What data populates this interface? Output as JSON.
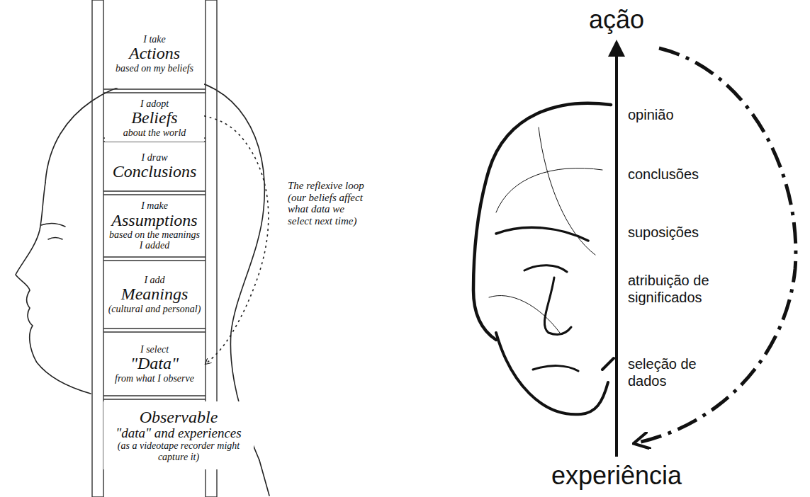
{
  "diagram": {
    "nodes": [
      {
        "text": [
          "I take",
          "Actions",
          "based on my beliefs"
        ]
      },
      {
        "text": [
          "I adopt",
          "Beliefs",
          "about the world"
        ]
      },
      {
        "text": [
          "I draw",
          "Conclusions"
        ]
      },
      {
        "text": [
          "I make",
          "Assumptions",
          "based on the meanings I added"
        ]
      },
      {
        "text": [
          "I add",
          "Meanings",
          "(cultural and personal)"
        ]
      },
      {
        "text": [
          "I select",
          "\"Data\"",
          "from what I observe"
        ]
      },
      {
        "text": [
          "Observable",
          "\"data\" and experiences",
          "(as a videotape recorder might capture it)"
        ]
      }
    ],
    "edges": [
      {
        "from": 1,
        "to": 5,
        "arrow": "to",
        "label": "The reflexive loop (our beliefs affect what data we select next time)"
      }
    ],
    "labels": [
      "ação",
      "opinião",
      "conclusões",
      "suposições",
      "atribuição de significados",
      "seleção de dados",
      "experiência"
    ]
  }
}
